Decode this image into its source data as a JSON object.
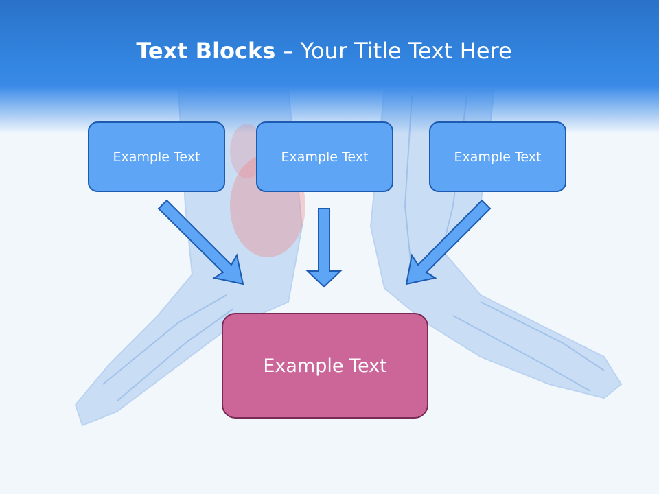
{
  "title": {
    "bold": "Text Blocks",
    "rest": " – Your Title Text Here"
  },
  "top_boxes": [
    {
      "label": "Example Text"
    },
    {
      "label": "Example Text"
    },
    {
      "label": "Example Text"
    }
  ],
  "bottom_box": {
    "label": "Example Text"
  },
  "colors": {
    "header_blue": "#3386e2",
    "top_box_fill": "#5ea5f5",
    "top_box_border": "#1d5bb0",
    "bottom_box_fill": "#cc6699",
    "bottom_box_border": "#7a2b55",
    "arrow_fill": "#5ea5f5"
  },
  "background_image": "translucent-foot-bones-illustration"
}
